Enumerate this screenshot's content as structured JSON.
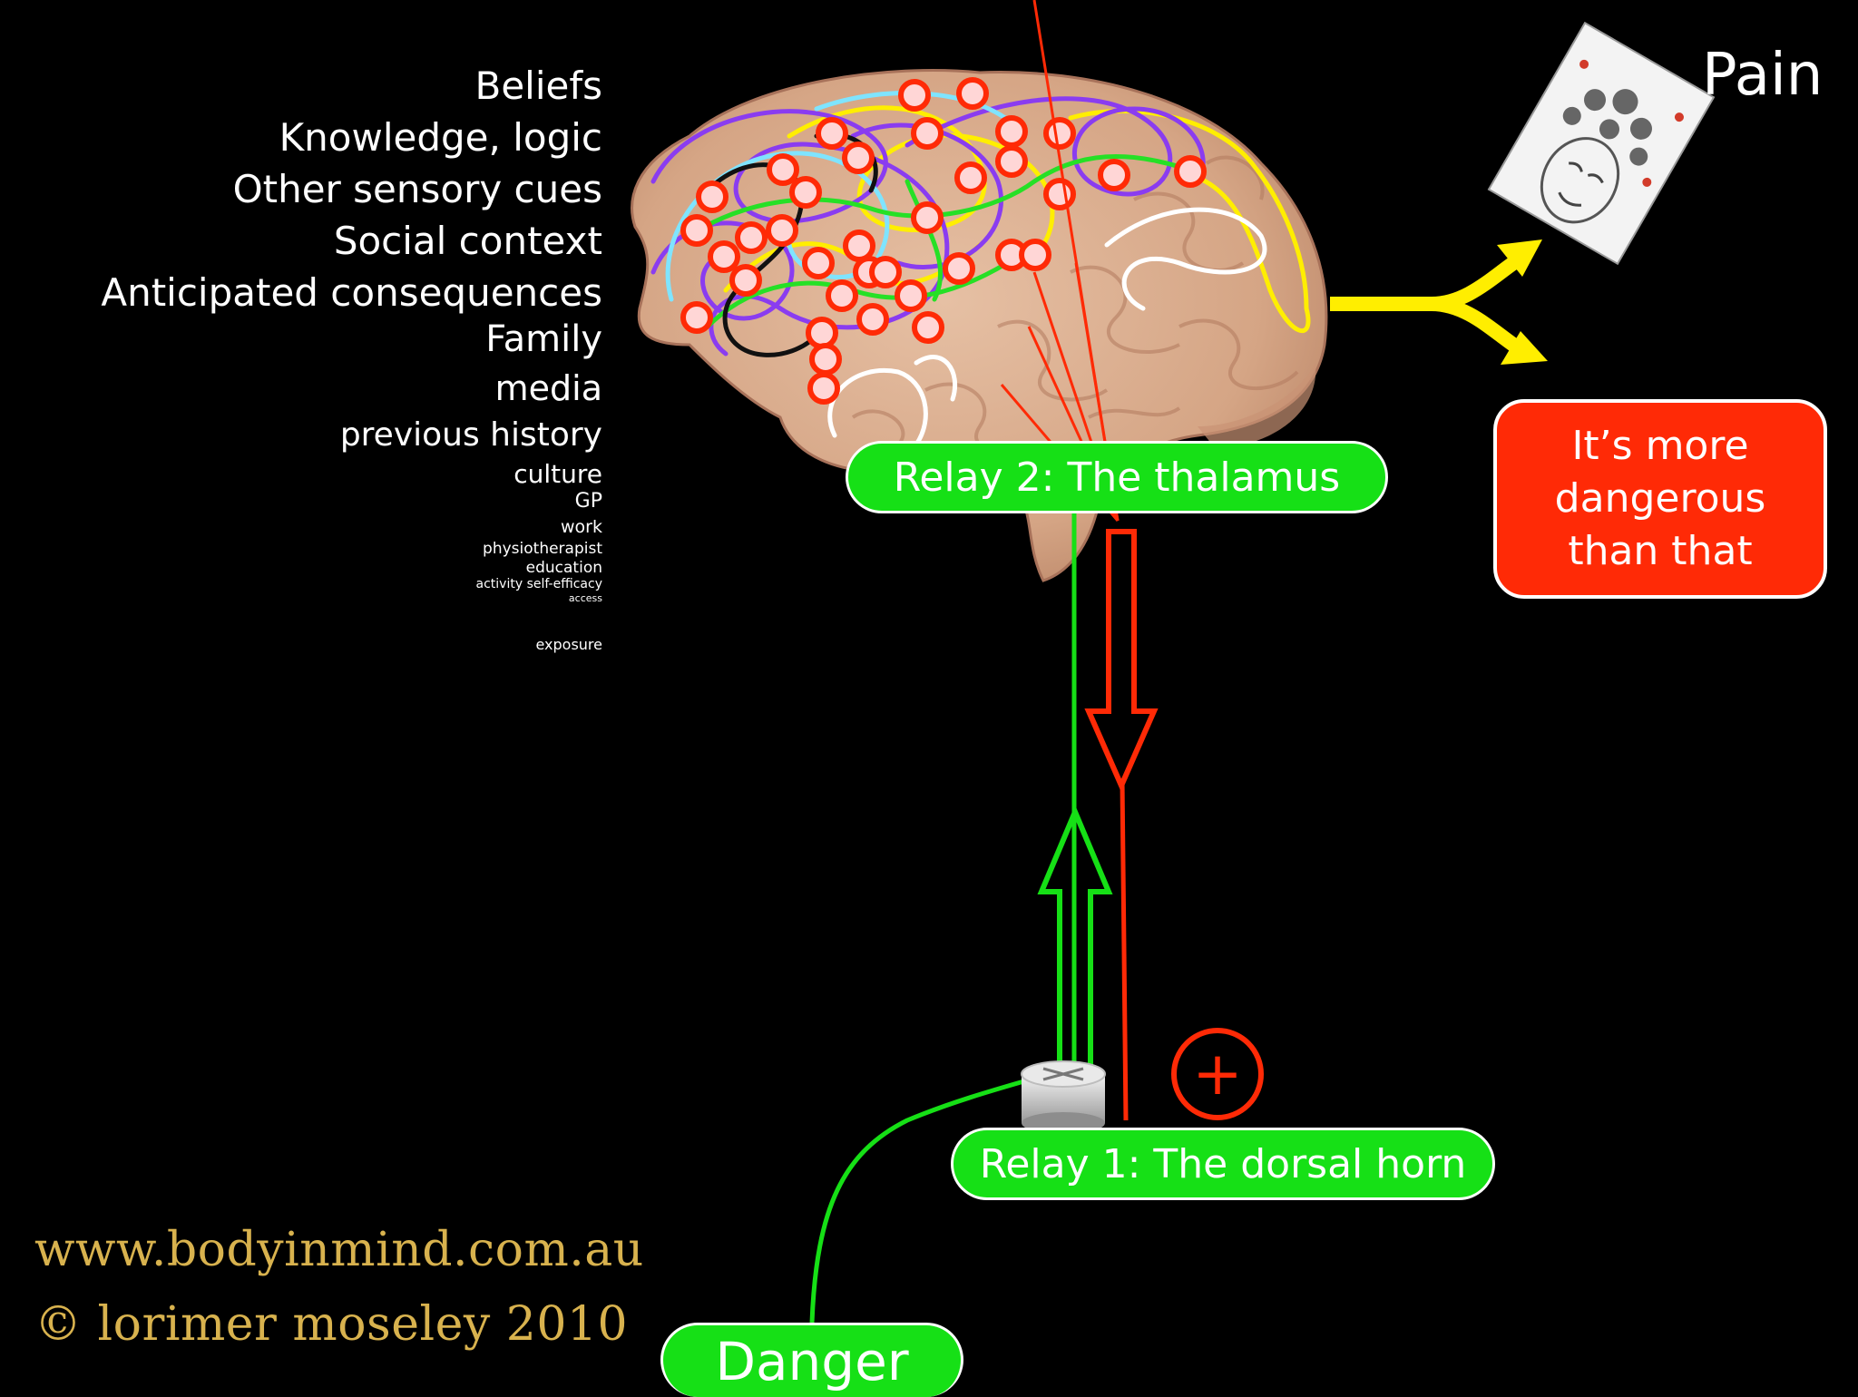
{
  "factors": [
    "Beliefs",
    "Knowledge, logic",
    "Other sensory cues",
    "Social context",
    "Anticipated consequences",
    "Family",
    "media",
    "previous history",
    "culture",
    "GP",
    "work",
    "physiotherapist",
    "education",
    "activity self-efficacy",
    "access",
    "exposure"
  ],
  "relay2_label": "Relay 2: The thalamus",
  "relay1_label": "Relay 1: The dorsal horn",
  "danger_label": "Danger",
  "pain_label": "Pain",
  "danger_message": [
    "It’s more",
    "dangerous",
    "than that"
  ],
  "amplify_symbol": "+",
  "credits": {
    "url": "www.bodyinmind.com.au",
    "copyright": "© lorimer moseley 2010"
  },
  "colors": {
    "background": "#000000",
    "green": "#16e016",
    "red": "#ff2a06",
    "yellow": "#ffee00",
    "credit_gold": "#d8b24e"
  }
}
